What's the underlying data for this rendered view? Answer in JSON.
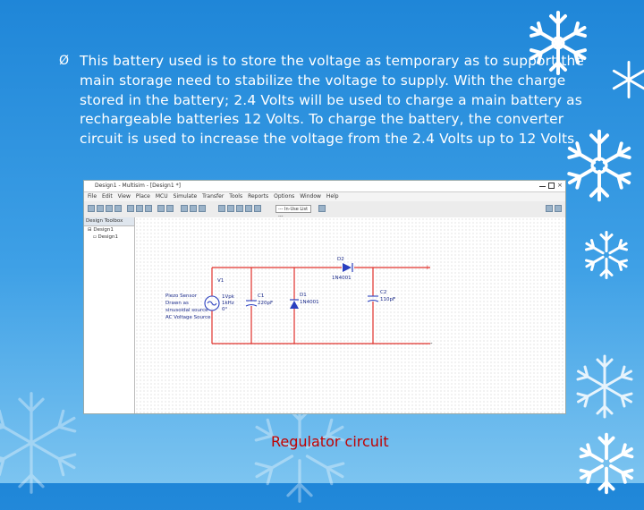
{
  "slide": {
    "bullet_symbol": "Ø",
    "bullet_text": "This battery used is to store the voltage as temporary as to support the main storage need to stabilize the voltage to supply. With the charge stored in the battery; 2.4 Volts will be used to charge a main battery as rechargeable batteries 12 Volts. To charge the battery, the converter circuit is used to increase the voltage from the 2.4 Volts up to 12 Volts.",
    "caption": "Regulator circuit"
  },
  "software": {
    "title": "Design1 - Multisim - [Design1 *]",
    "menu": [
      "File",
      "Edit",
      "View",
      "Place",
      "MCU",
      "Simulate",
      "Transfer",
      "Tools",
      "Reports",
      "Options",
      "Window",
      "Help"
    ],
    "part_selector": "--- In-Use List ---",
    "design_toolbox_title": "Design Toolbox",
    "tree_root": "Design1",
    "tree_child": "Design1"
  },
  "schematic": {
    "source_ref": "V1",
    "source_v": "1Vpk",
    "source_f": "1kHz",
    "source_phase": "0°",
    "note_lines": [
      "Piezo Sensor",
      "Drawn as",
      "sinusoidal source",
      "AC Voltage Source"
    ],
    "c1_ref": "C1",
    "c1_val": "220pF",
    "d1_ref": "D1",
    "d1_val": "1N4001",
    "d2_ref": "D2",
    "d2_val": "1N4001",
    "c2_ref": "C2",
    "c2_val": "110pF",
    "plus": "+",
    "minus": "-"
  },
  "colors": {
    "wire": "#e0302a",
    "component": "#2a3fbf",
    "background_top": "#1f86d8",
    "caption": "#c00000"
  }
}
